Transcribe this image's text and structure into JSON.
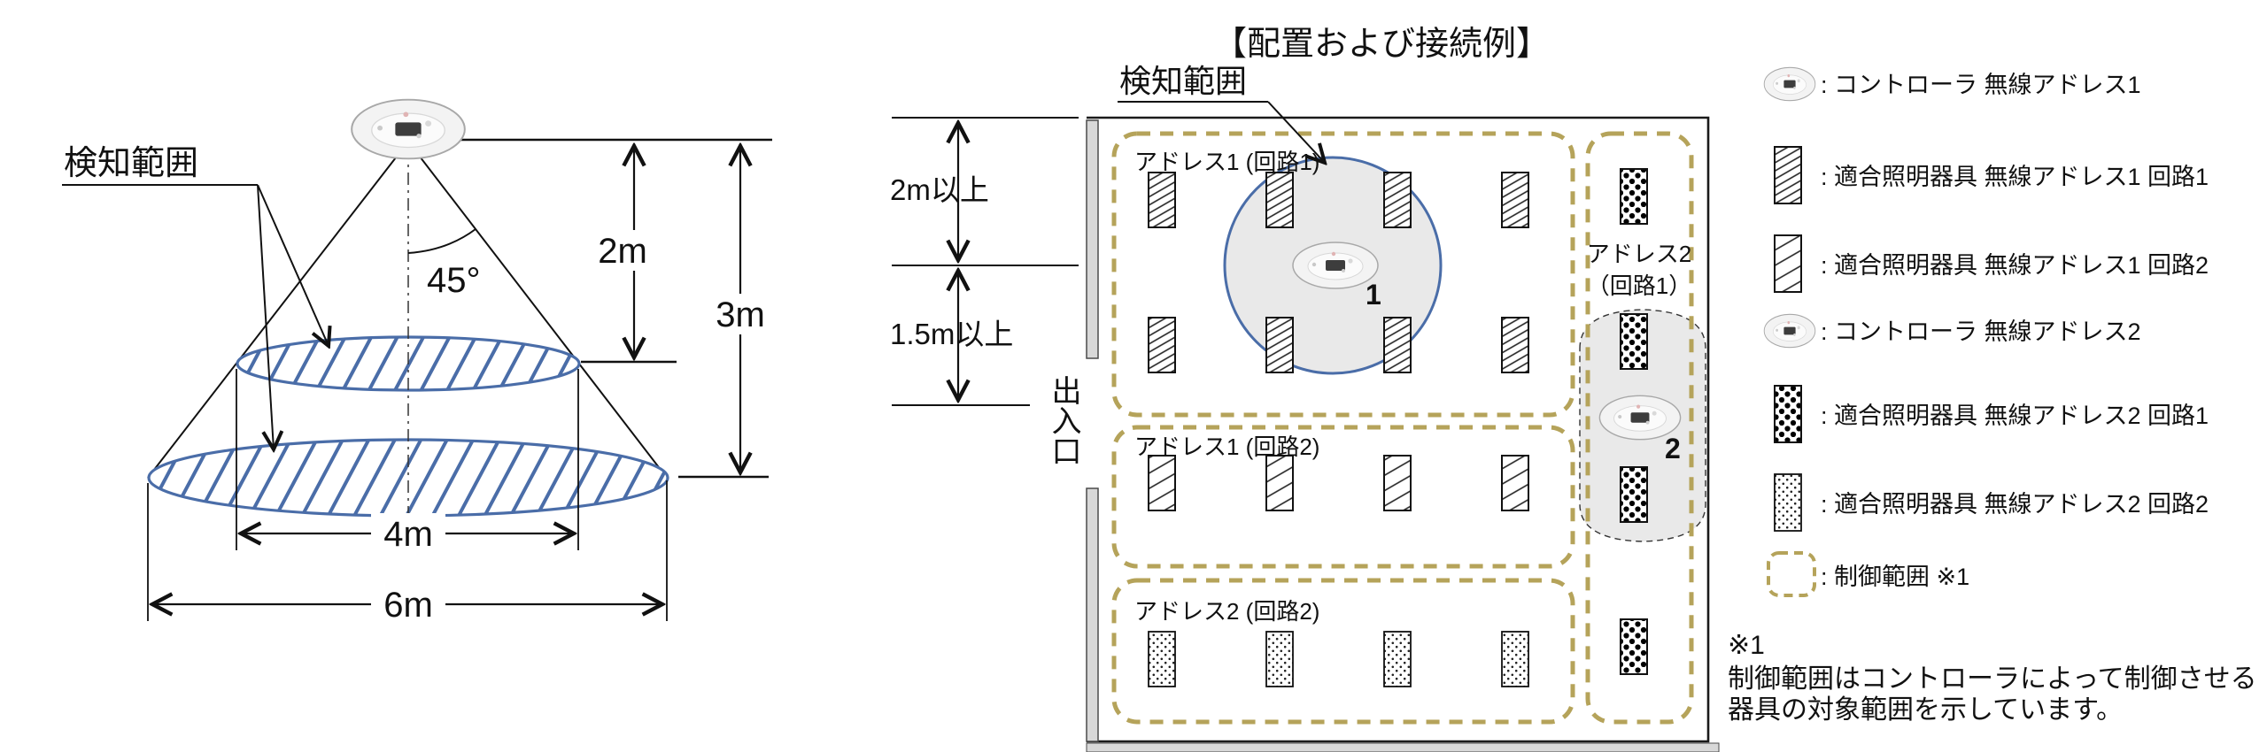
{
  "left_diagram": {
    "detection_range_label": "検知範囲",
    "angle_label": "45°",
    "height_upper": "2m",
    "height_total": "3m",
    "diameter_inner": "4m",
    "diameter_outer": "6m"
  },
  "floor_plan": {
    "title": "【配置および接続例】",
    "detection_range_label": "検知範囲",
    "clearance_top": "2m以上",
    "clearance_mid": "1.5m以上",
    "entrance_label": "出入口",
    "zone1_label": "アドレス1 (回路1)",
    "zone2_label": "アドレス1 (回路2)",
    "zone3_label": "アドレス2 (回路2)",
    "zone4_label_line1": "アドレス2",
    "zone4_label_line2": "（回路1）",
    "controller1_number": "1",
    "controller2_number": "2"
  },
  "legend": {
    "items": [
      {
        "icon": "controller-icon",
        "label": ": コントローラ 無線アドレス1"
      },
      {
        "icon": "fixture-dense-hatch-icon",
        "label": ": 適合照明器具 無線アドレス1 回路1"
      },
      {
        "icon": "fixture-light-hatch-icon",
        "label": ": 適合照明器具 無線アドレス1 回路2"
      },
      {
        "icon": "controller-icon",
        "label": ": コントローラ 無線アドレス2"
      },
      {
        "icon": "fixture-polka-dot-icon",
        "label": ": 適合照明器具 無線アドレス2 回路1"
      },
      {
        "icon": "fixture-stipple-icon",
        "label": ": 適合照明器具 無線アドレス2 回路2"
      },
      {
        "icon": "control-range-icon",
        "label": ": 制御範囲 ※1"
      }
    ]
  },
  "note": {
    "ref": "※1",
    "line1": "制御範囲はコントローラによって制御させる",
    "line2": "器具の対象範囲を示しています。"
  },
  "colors": {
    "control_range_dash": "#b5a35a",
    "detection_blue": "#4a6da8",
    "detection_fill": "#e9e9e9",
    "wall_gray": "#d8d8d8"
  }
}
